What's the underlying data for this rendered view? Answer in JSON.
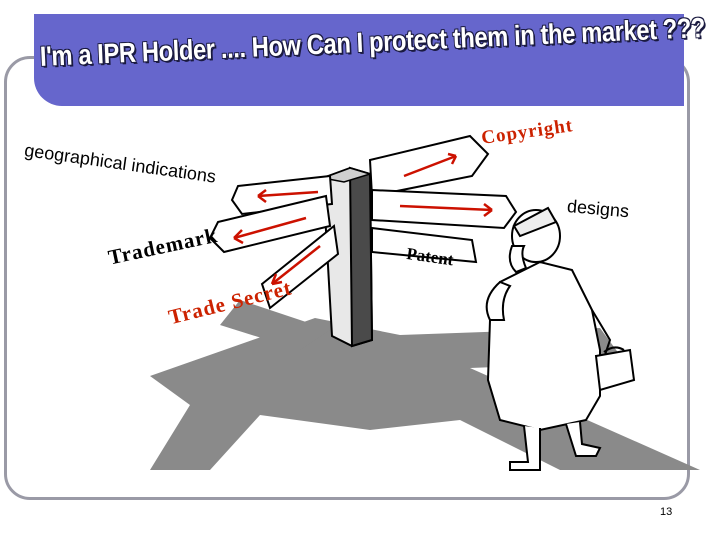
{
  "slide": {
    "title": "I'm a IPR Holder .... How Can I protect  them in the market ???",
    "page_number": "13"
  },
  "signpost": {
    "labels": {
      "geographical_indications": "geographical indications",
      "copyright": "Copyright",
      "designs": "designs",
      "patent": "Patent",
      "trademark": "Trademark",
      "trade_secret": "Trade Secret"
    }
  },
  "colors": {
    "title_bar": "#6666cc",
    "title_text": "#ffffff",
    "frame_border": "#9a9aa6",
    "arrow_red": "#cc1100",
    "shadow": "#8a8a8a"
  }
}
